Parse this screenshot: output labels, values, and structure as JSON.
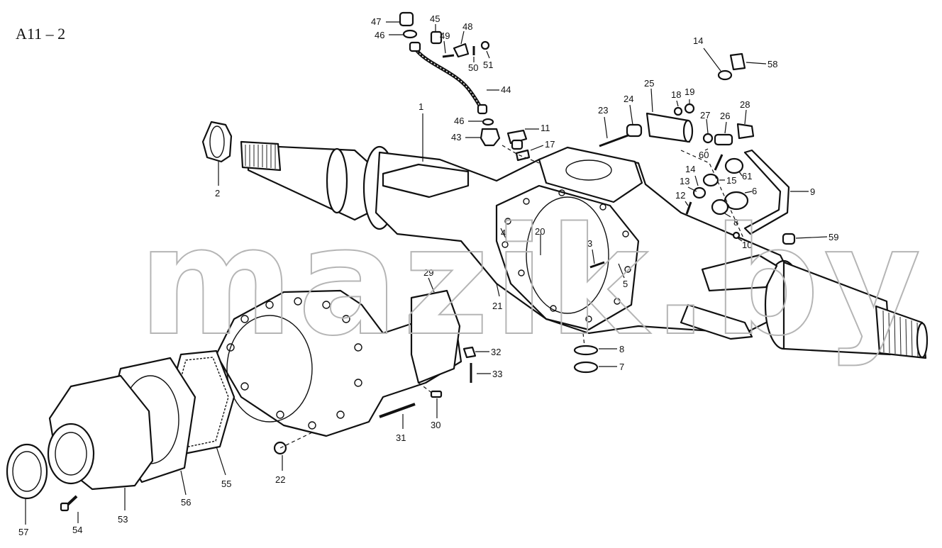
{
  "sheet_code": "A11 – 2",
  "watermark": "mazik.by",
  "labels": [
    "1",
    "2",
    "3",
    "4",
    "5",
    "6",
    "7",
    "8",
    "8",
    "9",
    "10",
    "11",
    "12",
    "13",
    "14",
    "14",
    "15",
    "17",
    "18",
    "19",
    "20",
    "21",
    "22",
    "23",
    "24",
    "25",
    "26",
    "27",
    "28",
    "29",
    "30",
    "31",
    "32",
    "33",
    "43",
    "44",
    "45",
    "46",
    "46",
    "47",
    "48",
    "49",
    "50",
    "51",
    "53",
    "54",
    "55",
    "56",
    "57",
    "58",
    "59",
    "60",
    "61"
  ]
}
